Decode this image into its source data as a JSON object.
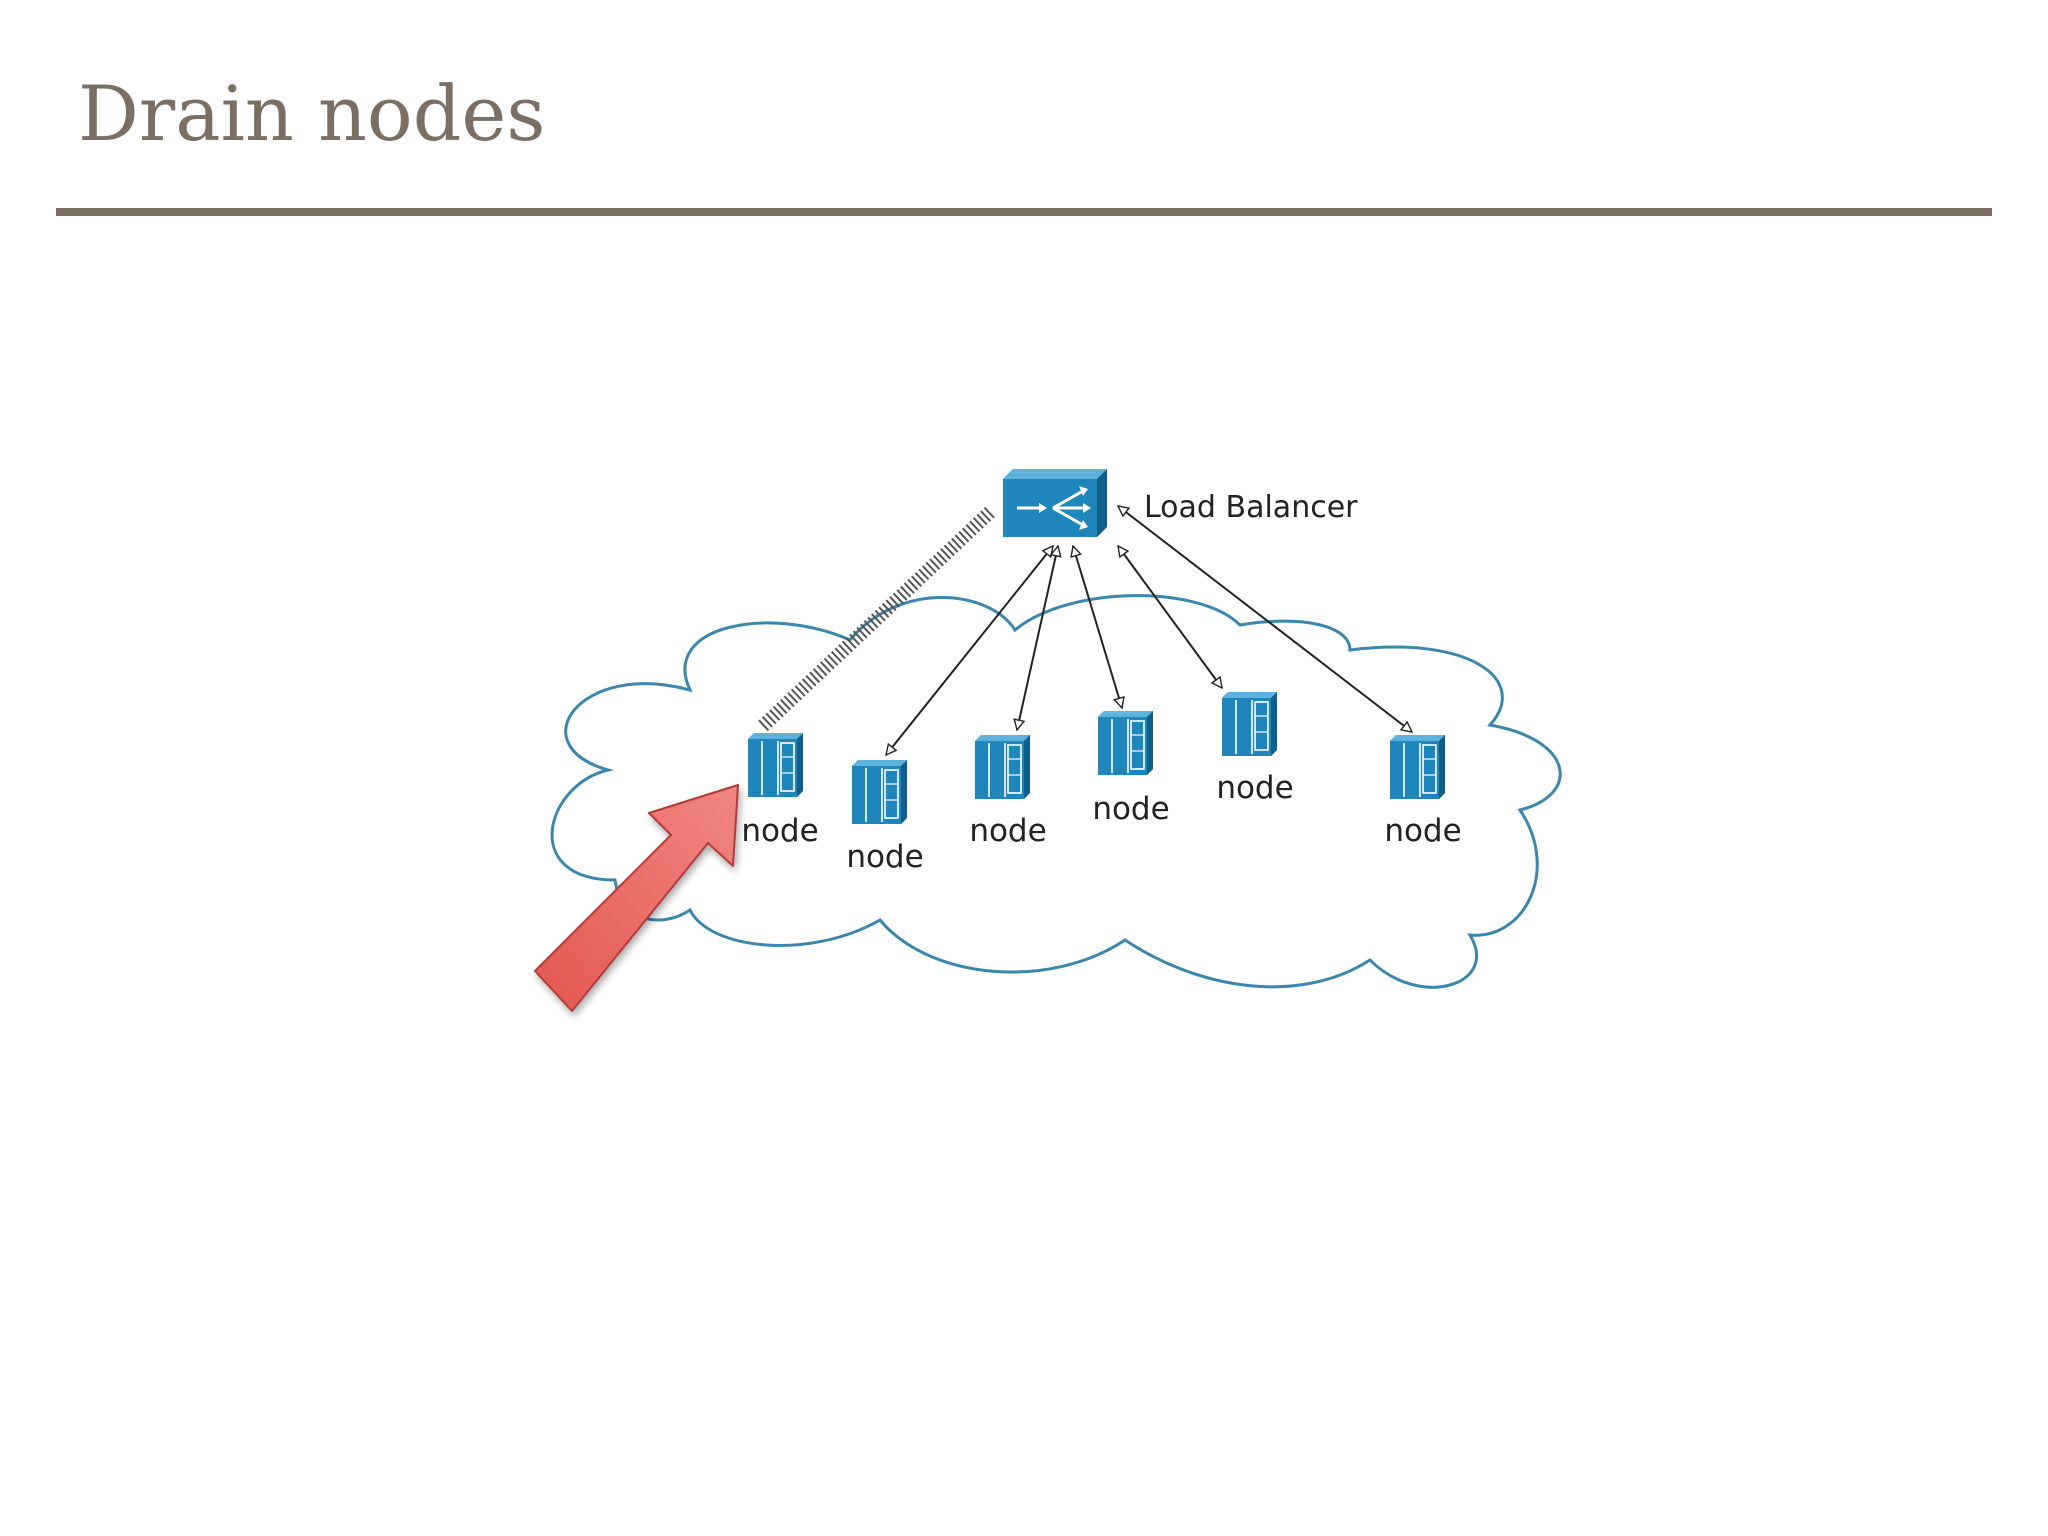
{
  "slide": {
    "title": "Drain nodes"
  },
  "diagram": {
    "load_balancer_label": "Load Balancer",
    "node_label": "node",
    "node_count": 6,
    "drained_node_index": 0,
    "colors": {
      "title": "#7b6f64",
      "cloud_stroke": "#3c86ad",
      "server": "#1e87bb",
      "arrow_callout": "#e8625f",
      "connector": "#222222"
    },
    "icons": {
      "load_balancer": "load-balancer-icon",
      "node": "server-icon",
      "callout": "red-arrow-icon",
      "region": "cloud-shape"
    }
  }
}
